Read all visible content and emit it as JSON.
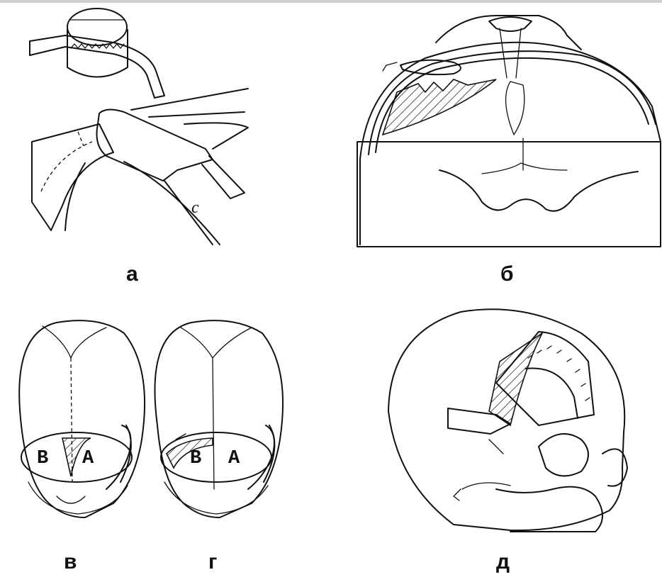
{
  "panels": {
    "a": {
      "label": "а",
      "marker": "c"
    },
    "b": {
      "label": "б"
    },
    "v": {
      "label": "в",
      "region_left": "B",
      "region_right": "A"
    },
    "g": {
      "label": "г",
      "region_left": "B",
      "region_right": "A"
    },
    "d": {
      "label": "д"
    }
  },
  "colors": {
    "ink": "#111111",
    "background": "#ffffff",
    "top_rule": "#cfcfcf"
  }
}
